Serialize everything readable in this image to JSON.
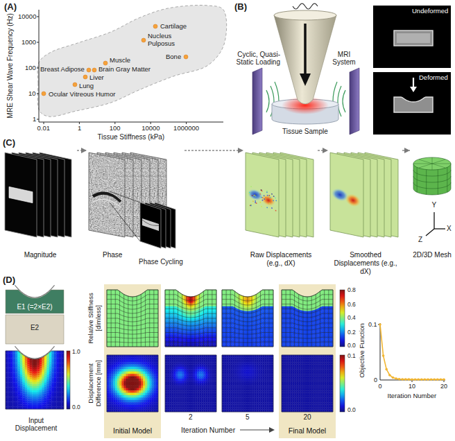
{
  "diagram": {
    "nodes": [
      {
        "text": [
          "Magnitude"
        ]
      },
      {
        "text": [
          "Phase"
        ]
      },
      {
        "text": [
          "Raw Displacements (e.g., dX)"
        ]
      },
      {
        "text": [
          "Smoothed Displacements (e.g., dX)"
        ]
      },
      {
        "text": [
          "2D/3D Mesh"
        ]
      },
      {
        "text": [
          "E1 (=2×E2)"
        ]
      },
      {
        "text": [
          "E2"
        ]
      },
      {
        "text": [
          "Initial Model"
        ]
      },
      {
        "text": [
          "Final Model"
        ]
      }
    ],
    "edges": [
      {
        "from": 0,
        "to": 1,
        "arrow": "to"
      },
      {
        "from": 1,
        "to": 2,
        "arrow": "to"
      },
      {
        "from": 2,
        "to": 3,
        "arrow": "to"
      },
      {
        "from": 3,
        "to": 4,
        "arrow": "to"
      }
    ],
    "labels": [
      "(A)",
      "MRE Shear Wave Frequency (Hz)",
      "10000",
      "1000",
      "100",
      "10",
      "1",
      "0.01",
      "1",
      "100",
      "10000",
      "1000000",
      "Tissue Stiffness (kPa)",
      "Cartilage",
      "Nucleus Pulposus",
      "Bone",
      "Muscle",
      "Breast Adipose",
      "Brain Gray Matter",
      "Liver",
      "Lung",
      "Ocular Vitreous Humor",
      "(B)",
      "Cyclic, Quasi-Static Loading",
      "MRI System",
      "Tissue Sample",
      "Undeformed",
      "Deformed",
      "(C)",
      "Phase Cycling",
      "Y",
      "Z",
      "X",
      "(D)",
      "1.0",
      "0.0",
      "Input Displacement",
      "Relative Stiffness [dimless]",
      "0.8",
      "0.6",
      "0.4",
      "0.2",
      "0.0",
      "Displacement Difference [mm]",
      "0.1",
      "0.0",
      "2",
      "5",
      "20",
      "Iteration Number",
      "Objective Function",
      "0.1",
      "0",
      "0",
      "10",
      "20",
      "Iteration Number"
    ]
  }
}
